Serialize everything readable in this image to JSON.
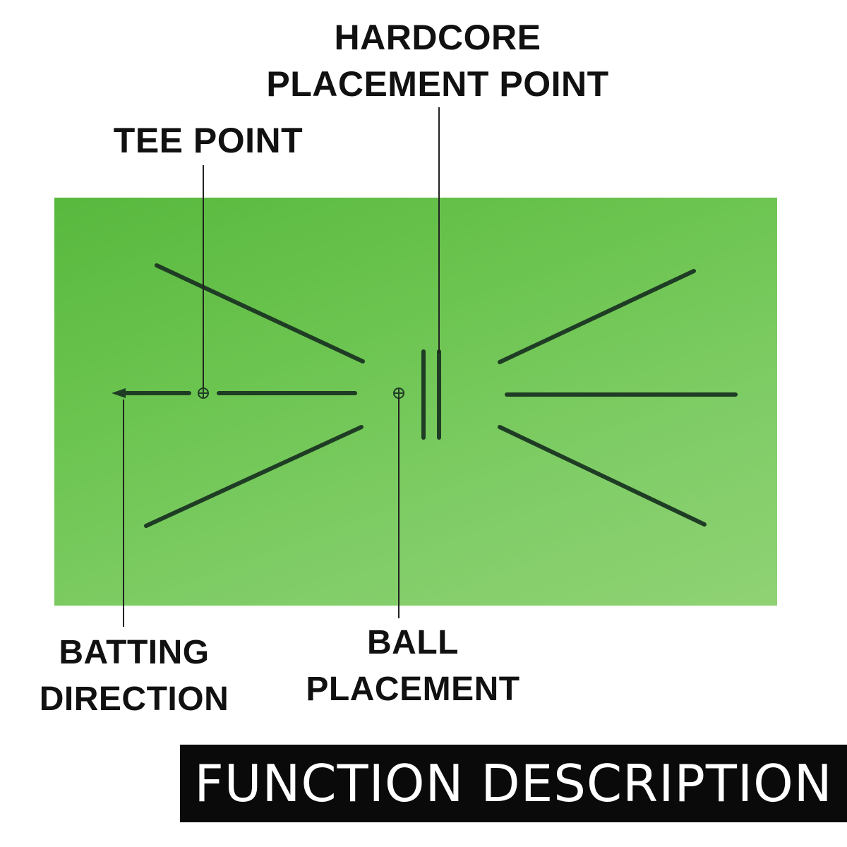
{
  "labels": {
    "hardcore": [
      "HARDCORE",
      "PLACEMENT POINT"
    ],
    "tee": "TEE POINT",
    "batting": [
      "BATTING",
      "DIRECTION"
    ],
    "ball": [
      "BALL",
      "PLACEMENT"
    ]
  },
  "banner": {
    "title": "FUNCTION DESCRIPTION"
  },
  "colors": {
    "mat": "#6bc44f",
    "mat_lines": "#1f3d24",
    "pointer_lines": "#222222",
    "banner_bg": "#0a0a0a",
    "banner_text": "#ffffff"
  },
  "icons": {
    "tee_marker": "crosshair-circle",
    "ball_marker": "crosshair-circle",
    "direction": "arrow-left"
  }
}
